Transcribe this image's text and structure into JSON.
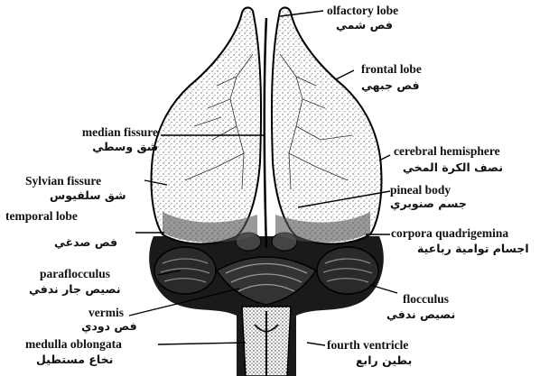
{
  "labels": {
    "olfactory_lobe": {
      "en": "olfactory lobe",
      "ar": "فص شمي"
    },
    "frontal_lobe": {
      "en": "frontal lobe",
      "ar": "فص جبهي"
    },
    "median_fissure": {
      "en": "median fissure",
      "ar": "شق وسطي"
    },
    "cerebral_hemisphere": {
      "en": "cerebral hemisphere",
      "ar": "نصف الكرة المخي"
    },
    "sylvian_fissure": {
      "en": "Sylvian fissure",
      "ar": "شق سلفيوس"
    },
    "pineal_body": {
      "en": "pineal body",
      "ar": "جسم صنوبري"
    },
    "temporal_lobe": {
      "en": "temporal lobe",
      "ar": "فص صدغي"
    },
    "corpora_quadrigemina": {
      "en": "corpora quadrigemina",
      "ar": "اجسام توامية رباعية"
    },
    "paraflocculus": {
      "en": "paraflocculus",
      "ar": "نصيص جار ندفي"
    },
    "flocculus": {
      "en": "flocculus",
      "ar": "نصيص ندفي"
    },
    "vermis": {
      "en": "vermis",
      "ar": "فص دودي"
    },
    "medulla_oblongata": {
      "en": "medulla oblongata",
      "ar": "نخاع مستطيل"
    },
    "fourth_ventricle": {
      "en": "fourth ventricle",
      "ar": "بطين رابع"
    }
  }
}
